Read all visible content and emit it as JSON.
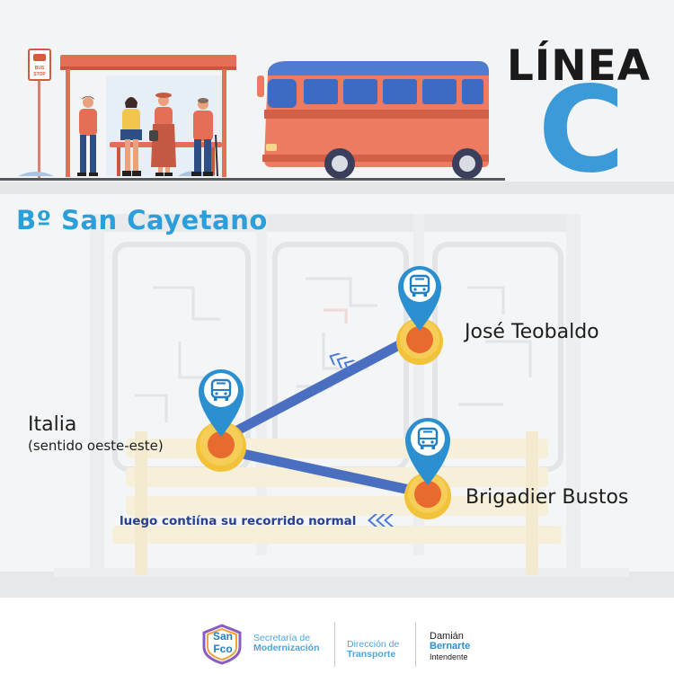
{
  "header": {
    "line_word": "LÍNEA",
    "line_letter": "C",
    "bus_stop_sign": [
      "BUS",
      "STOP"
    ]
  },
  "route": {
    "neighborhood": "Bº San Cayetano",
    "stops": [
      {
        "name": "José Teobaldo"
      },
      {
        "name": "Italia",
        "note": "(sentido oeste-este)"
      },
      {
        "name": "Brigadier Bustos"
      }
    ],
    "continuation_note": "luego contiína su recorrido normal"
  },
  "footer": {
    "logo": {
      "line1": "San",
      "line2": "Fco"
    },
    "secretaria": {
      "line1": "Secretaría de",
      "line2": "Modernización"
    },
    "direccion": {
      "line1": "Dirección de",
      "line2": "Transporte"
    },
    "intendente": {
      "line1": "Damián",
      "line2": "Bernarte",
      "line3": "Intendente"
    }
  },
  "colors": {
    "accent_blue": "#3d9ad9",
    "route_line": "#4a6fc0",
    "pin_blue": "#2b8fd0",
    "stop_orange": "#e86a2e",
    "stop_gold": "#f2c23a",
    "bus_body": "#ec7b62",
    "bus_roof": "#4f7bd0"
  },
  "icons": [
    "bus-stop-sign-icon",
    "bus-icon",
    "location-pin-icon",
    "direction-arrows-icon"
  ]
}
